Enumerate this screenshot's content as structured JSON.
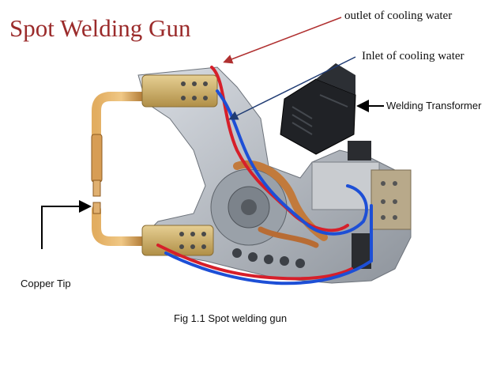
{
  "title": "Spot Welding Gun",
  "labels": {
    "outlet": "outlet of cooling water",
    "inlet": "Inlet of cooling water",
    "transformer": "Welding Transformer",
    "copper_tip": "Copper Tip"
  },
  "caption": "Fig 1.1 Spot welding gun",
  "colors": {
    "title": "#9b2b2b",
    "outlet_arrow": "#b03030",
    "inlet_arrow": "#1f3b73",
    "black_arrow": "#000000",
    "water_red": "#d61f2a",
    "water_blue": "#1d4fd6",
    "copper": "#c98a3a",
    "brass": "#c9a55a",
    "metal": "#b9bec6"
  }
}
